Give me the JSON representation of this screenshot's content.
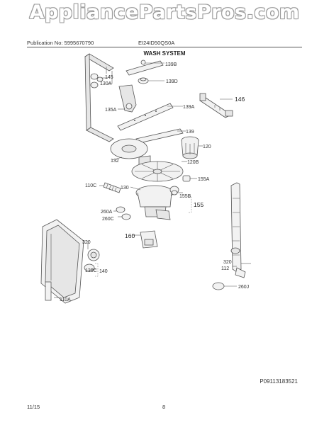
{
  "watermark": "AppliancePartsPros.com",
  "header": {
    "publication": "Publication No: 5995670790",
    "model": "EI24ID50QS0A",
    "section_title": "WASH SYSTEM"
  },
  "callouts": {
    "c139b": "139B",
    "c145": "145",
    "c130a": "130A",
    "c139d": "139D",
    "c146": "146",
    "c135a": "135A",
    "c139a": "139A",
    "c139": "139",
    "c120": "120",
    "c132": "132",
    "c120b": "120B",
    "c155a": "155A",
    "c110c": "110C",
    "c130": "130",
    "c155b": "155B",
    "c155": "155",
    "c260a": "260A",
    "c260c": "260C",
    "c160": "160",
    "c320a": "320",
    "c320b": "320",
    "c130c": "130C",
    "c140": "140",
    "c112": "112",
    "c260j": "260J",
    "c110a": "110A"
  },
  "footer": {
    "reference": "P09113183521",
    "date": "11/15",
    "page": "8"
  }
}
